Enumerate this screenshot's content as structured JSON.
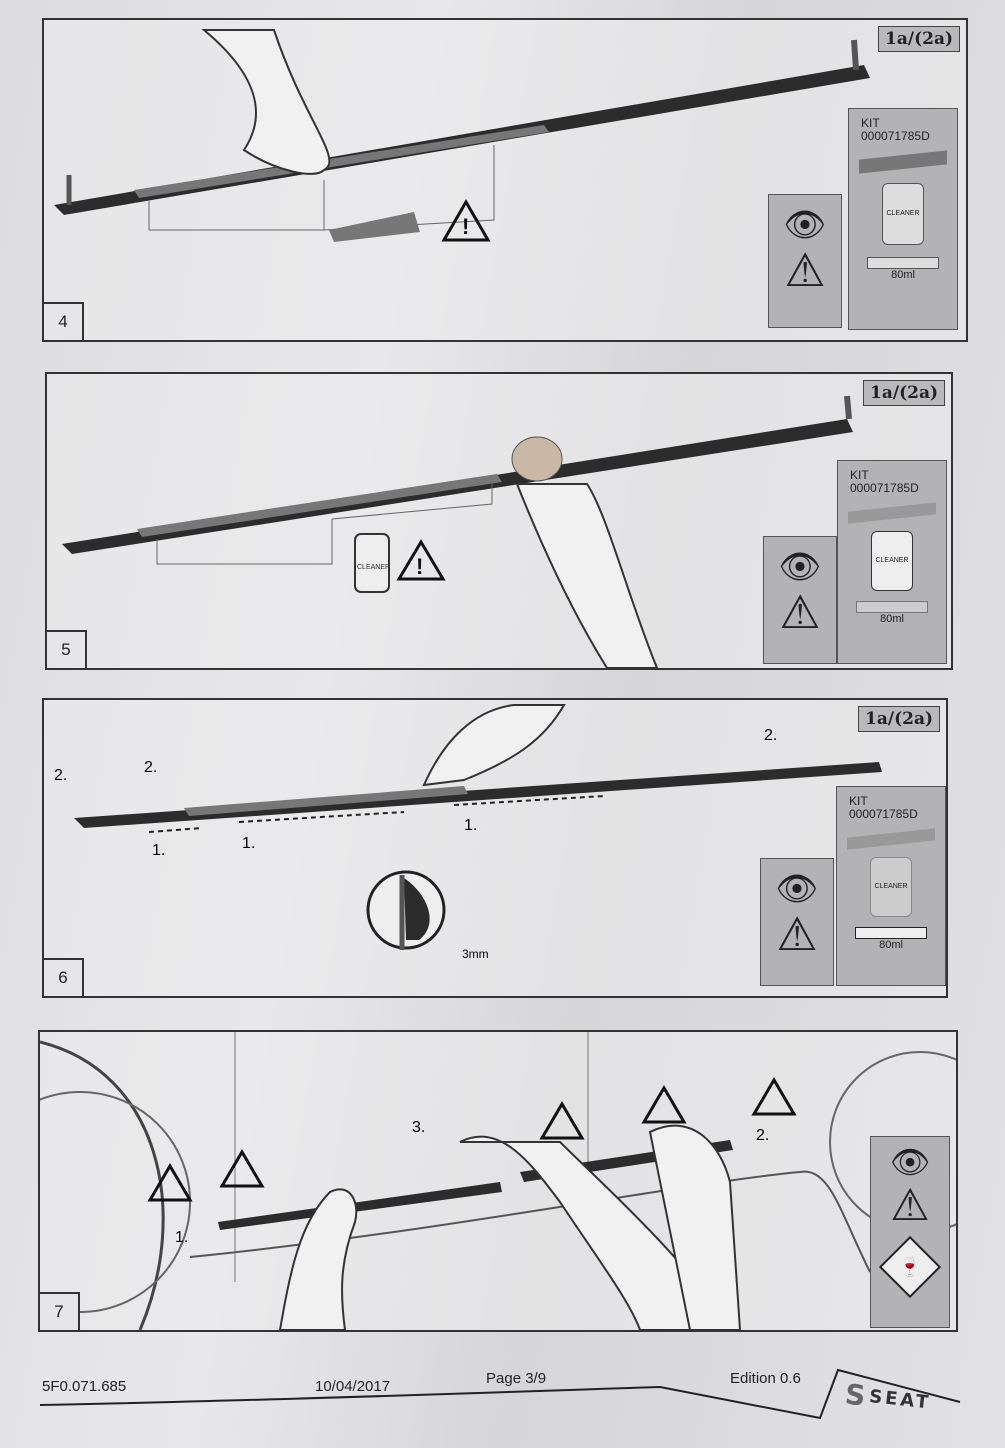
{
  "panels": [
    {
      "step": "4",
      "ref": "1a/(2a)",
      "kit_label": "KIT",
      "kit_number": "000071785D",
      "bottle_label": "CLEANER",
      "tube_volume": "80ml"
    },
    {
      "step": "5",
      "ref": "1a/(2a)",
      "kit_label": "KIT",
      "kit_number": "000071785D",
      "bottle_label": "CLEANER",
      "tube_volume": "80ml",
      "detail_bottle_label": "CLEANER"
    },
    {
      "step": "6",
      "ref": "1a/(2a)",
      "kit_label": "KIT",
      "kit_number": "000071785D",
      "bottle_label": "CLEANER",
      "tube_volume": "80ml",
      "labels": [
        "2.",
        "2.",
        "2.",
        "1.",
        "1.",
        "1."
      ],
      "gap": "3mm"
    },
    {
      "step": "7",
      "labels": [
        "1.",
        "2.",
        "3."
      ]
    }
  ],
  "footer": {
    "part_number": "5F0.071.685",
    "date": "10/04/2017",
    "page": "Page 3/9",
    "edition": "Edition 0.6",
    "brand": "SEAT"
  }
}
